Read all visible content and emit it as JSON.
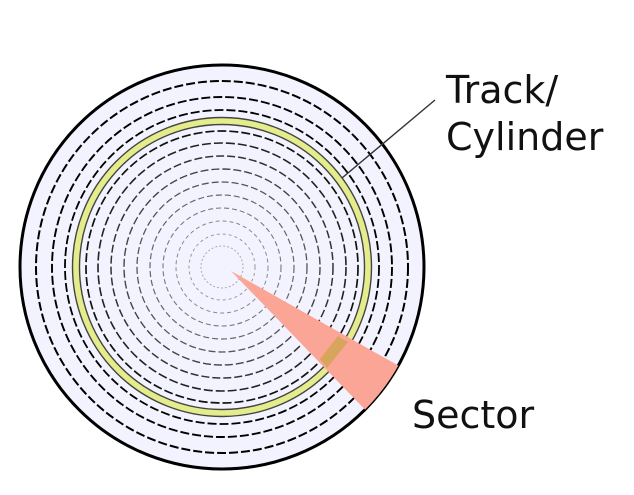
{
  "labels": {
    "track_line1": "Track/",
    "track_line2": "Cylinder",
    "sector": "Sector"
  },
  "colors": {
    "platter_fill": "#f3f3ff",
    "platter_edge": "#000000",
    "track_highlight": "#e4ec8c",
    "sector_fill": "#fba596",
    "sector_overlap_track": "#d8a55c",
    "leader_line": "#333333"
  }
}
